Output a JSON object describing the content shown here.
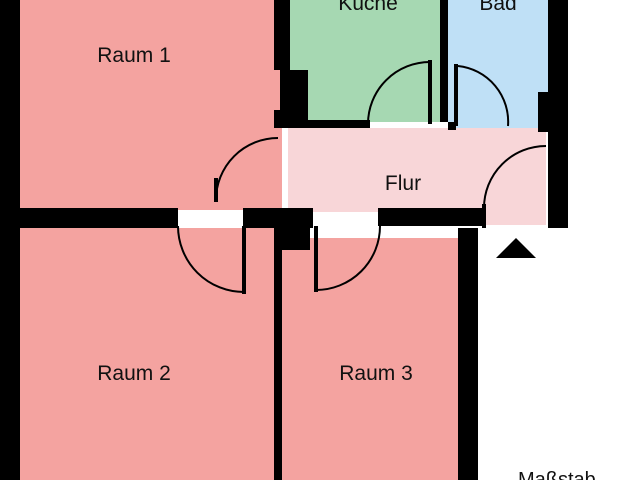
{
  "plan": {
    "rooms": {
      "raum1": {
        "label": "Raum 1",
        "color": "#f4a3a0"
      },
      "kueche": {
        "label": "Küche",
        "color": "#a6d8b2"
      },
      "bad": {
        "label": "Bad",
        "color": "#bfe0f6"
      },
      "flur": {
        "label": "Flur",
        "color": "#f8d6d8"
      },
      "raum2": {
        "label": "Raum 2",
        "color": "#f4a3a0"
      },
      "raum3": {
        "label": "Raum 3",
        "color": "#f4a3a0"
      }
    },
    "wall_color": "#000000",
    "entrance_icon": "entrance-arrow-icon",
    "scale_label": "Maßstab"
  }
}
